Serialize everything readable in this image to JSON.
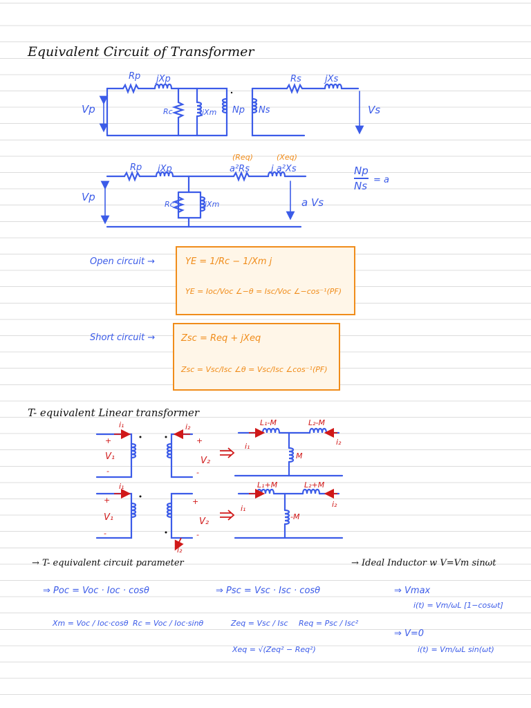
{
  "colors": {
    "blue": "#3b5be8",
    "orange": "#f08c1a",
    "red": "#d01818",
    "black": "#111111",
    "rule": "#dcdcdc",
    "box_fill": "#fff6e8"
  },
  "title": "Equivalent Circuit of Transformer",
  "circuit1": {
    "rp": "Rp",
    "jxp": "jXp",
    "vp": "Vp",
    "rc": "Rc",
    "jxm": "jXm",
    "np": "Np",
    "ns": "Ns",
    "rs": "Rs",
    "jxs": "jXs",
    "vs": "Vs"
  },
  "circuit2": {
    "req": "(Req)",
    "xeq": "(Xeq)",
    "rp": "Rp",
    "jxp": "jXp",
    "a2rs": "a²Rs",
    "ja2xs": "j a²Xs",
    "vp": "Vp",
    "rc": "Rc",
    "jxm": "jXm",
    "avs": "a Vs",
    "ratio_num": "Np",
    "ratio_den": "Ns",
    "ratio_eq": "= a"
  },
  "open_circuit": {
    "label": "Open circuit →",
    "line1": "YE = 1/Rc − 1/Xm j",
    "line2": "YE = Ioc/Voc ∠−θ = Isc/Voc ∠−cos⁻¹(PF)"
  },
  "short_circuit": {
    "label": "Short circuit →",
    "line1": "Zsc = Req + jXeq",
    "line2": "Zsc = Vsc/Isc ∠θ = Vsc/Isc ∠cos⁻¹(PF)"
  },
  "t_equiv": {
    "title": "T- equivalent Linear transformer",
    "i1": "i₁",
    "i2": "i₂",
    "v1": "V₁",
    "v2": "V₂",
    "plus": "+",
    "minus": "-",
    "top": {
      "l1": "L₁-M",
      "l2": "L₂-M",
      "m": "M"
    },
    "bottom": {
      "l1": "L₁+M",
      "l2": "L₂+M",
      "m": "-M"
    },
    "arrow": "⇒"
  },
  "params": {
    "title": "→ T- equivalent circuit parameter",
    "poc": "⇒ Poc = Voc · Ioc · cosθ",
    "psc": "⇒ Psc = Vsc · Isc · cosθ",
    "xm": "Xm = Voc / Ioc·cosθ",
    "rc": "Rc = Voc / Ioc·sinθ",
    "zeq": "Zeq = Vsc / Isc",
    "req": "Req = Psc / Isc²",
    "xeq": "Xeq = √(Zeq² − Req²)"
  },
  "ideal": {
    "title": "→ Ideal Inductor w V=Vm sinωt",
    "vmax": "⇒ Vmax",
    "i1": "i(t) = Vm/ωL [1−cosωt]",
    "v0": "⇒ V=0",
    "i2": "i(t) = Vm/ωL sin(ωt)"
  }
}
